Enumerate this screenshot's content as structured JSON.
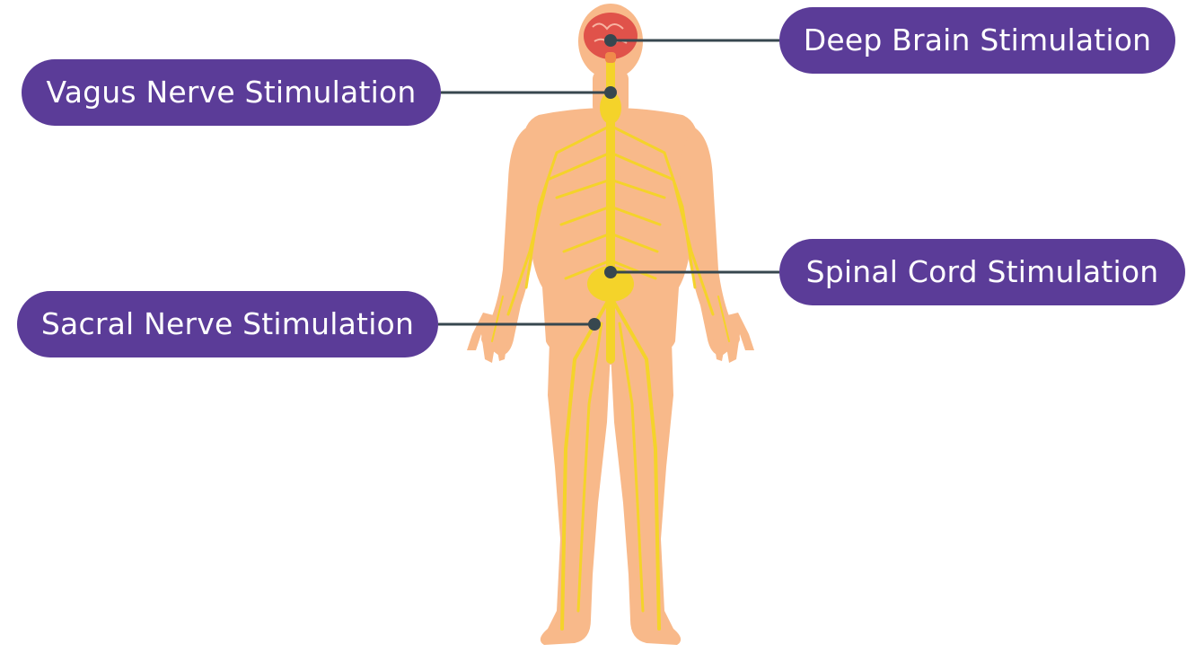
{
  "labels": {
    "deep_brain": "Deep Brain Stimulation",
    "vagus_nerve": "Vagus Nerve Stimulation",
    "spinal_cord": "Spinal Cord Stimulation",
    "sacral_nerve": "Sacral Nerve Stimulation"
  },
  "colors": {
    "label_bg": "#5b3c98",
    "label_text": "#ffffff",
    "skin": "#f8b98a",
    "nerve": "#f4d32a",
    "brain": "#e0524a",
    "connector": "#37474f"
  }
}
